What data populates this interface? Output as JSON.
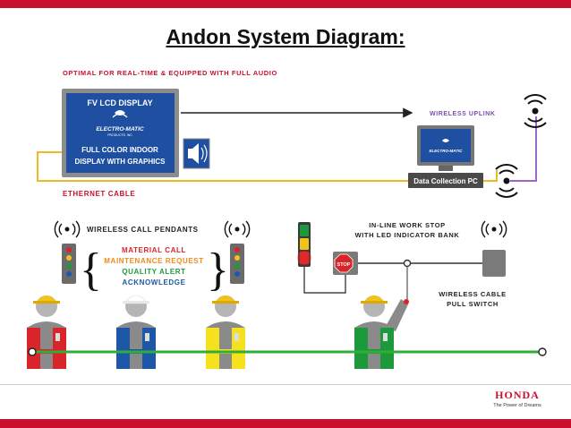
{
  "title": "Andon System Diagram:",
  "top_caption": "OPTIMAL FOR REAL-TIME   &   EQUIPPED WITH FULL AUDIO",
  "lcd": {
    "header": "FV LCD DISPLAY",
    "logo_main": "ELECTRO-MATIC",
    "logo_sub": "PRODUCTS, INC",
    "line1": "FULL COLOR INDOOR",
    "line2": "DISPLAY WITH GRAPHICS"
  },
  "wireless_uplink": "WIRELESS UPLINK",
  "pc": {
    "label": "Data Collection PC",
    "screen_logo": "ELECTRO-MATIC"
  },
  "ethernet": "ETHERNET CABLE",
  "pendants": {
    "title": "WIRELESS CALL PENDANTS",
    "items": [
      "MATERIAL CALL",
      "MAINTENANCE REQUEST",
      "QUALITY ALERT",
      "ACKNOWLEDGE"
    ]
  },
  "work_stop": {
    "line1": "IN-LINE WORK STOP",
    "line2": "WITH LED INDICATOR BANK",
    "stop": "STOP"
  },
  "pull_switch": {
    "line1": "WIRELESS CABLE",
    "line2": "PULL SWITCH"
  },
  "brand": {
    "name": "HONDA",
    "tagline": "The Power of Dreams"
  },
  "colors": {
    "accent_red": "#c8102e",
    "lcd_blue": "#1f4fa0",
    "ethernet_yellow": "#f2b822",
    "uplink_purple": "#9b66c9",
    "cable_green": "#2fae3a",
    "call_red": "#d9252a",
    "call_orange": "#f08a1c",
    "call_green": "#1c9a3b",
    "call_blue": "#1d57a8"
  },
  "icons": [
    "speaker-icon",
    "wireless-signal-icon",
    "stop-sign-icon",
    "worker-icon",
    "pendant-icon",
    "andon-light-icon"
  ]
}
